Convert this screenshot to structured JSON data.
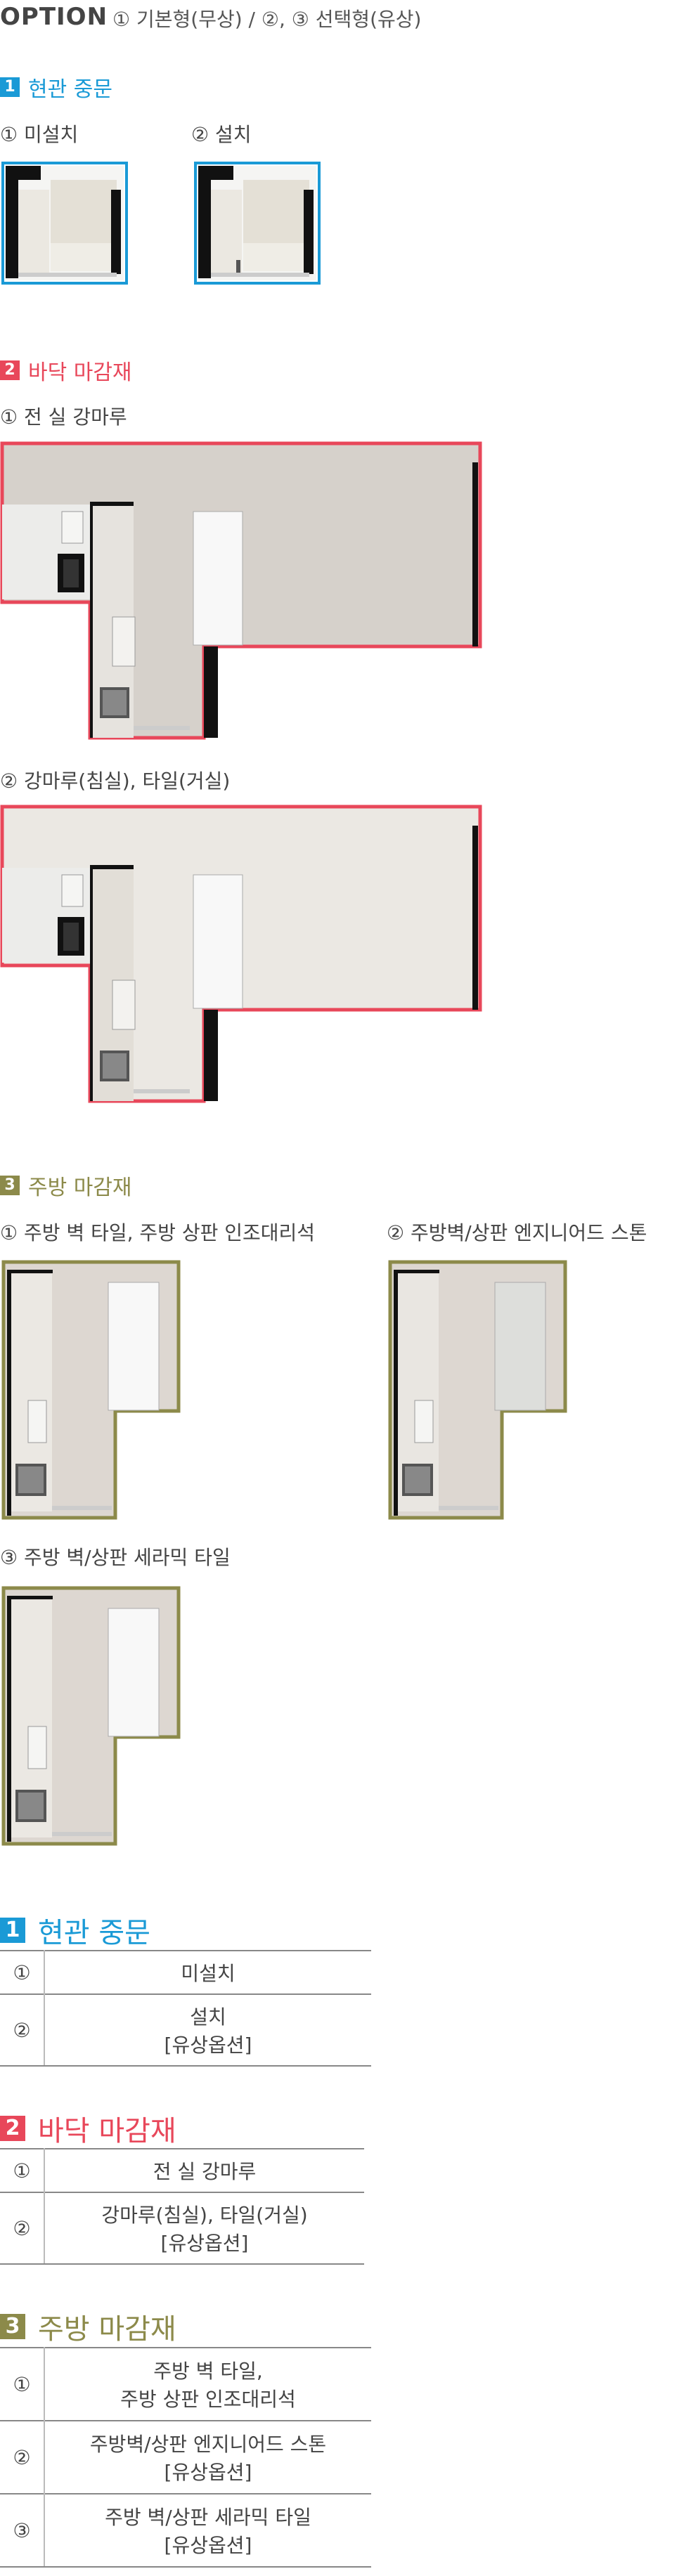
{
  "header": {
    "option_label": "OPTION",
    "option_desc": "① 기본형(무상) / ②, ③ 선택형(유상)"
  },
  "sections": [
    {
      "badge": "1",
      "color": "#1a9ad6",
      "title": "현관 중문",
      "items": [
        {
          "num_label": "① 미설치"
        },
        {
          "num_label": "② 설치"
        }
      ]
    },
    {
      "badge": "2",
      "color": "#e8475a",
      "title": "바닥 마감재",
      "items": [
        {
          "num_label": "① 전 실 강마루"
        },
        {
          "num_label": "② 강마루(침실), 타일(거실)"
        }
      ]
    },
    {
      "badge": "3",
      "color": "#8c8a4a",
      "title": "주방 마감재",
      "items": [
        {
          "num_label": "① 주방 벽 타일, 주방 상판 인조대리석"
        },
        {
          "num_label": "② 주방벽/상판 엔지니어드 스톤"
        },
        {
          "num_label": "③ 주방 벽/상판 세라믹 타일"
        }
      ]
    }
  ],
  "summary": [
    {
      "badge": "1",
      "color": "#1a9ad6",
      "title": "현관 중문",
      "rows": [
        {
          "num": "①",
          "line1": "미설치",
          "line2": ""
        },
        {
          "num": "②",
          "line1": "설치",
          "line2": "[유상옵션]"
        }
      ]
    },
    {
      "badge": "2",
      "color": "#e8475a",
      "title": "바닥 마감재",
      "rows": [
        {
          "num": "①",
          "line1": "전 실 강마루",
          "line2": ""
        },
        {
          "num": "②",
          "line1": "강마루(침실), 타일(거실)",
          "line2": "[유상옵션]"
        }
      ]
    },
    {
      "badge": "3",
      "color": "#8c8a4a",
      "title": "주방 마감재",
      "rows": [
        {
          "num": "①",
          "line1": "주방 벽 타일,",
          "line2": "주방 상판 인조대리석"
        },
        {
          "num": "②",
          "line1": "주방벽/상판 엔지니어드 스톤",
          "line2": "[유상옵션]"
        },
        {
          "num": "③",
          "line1": "주방 벽/상판 세라믹 타일",
          "line2": "[유상옵션]"
        }
      ]
    }
  ]
}
